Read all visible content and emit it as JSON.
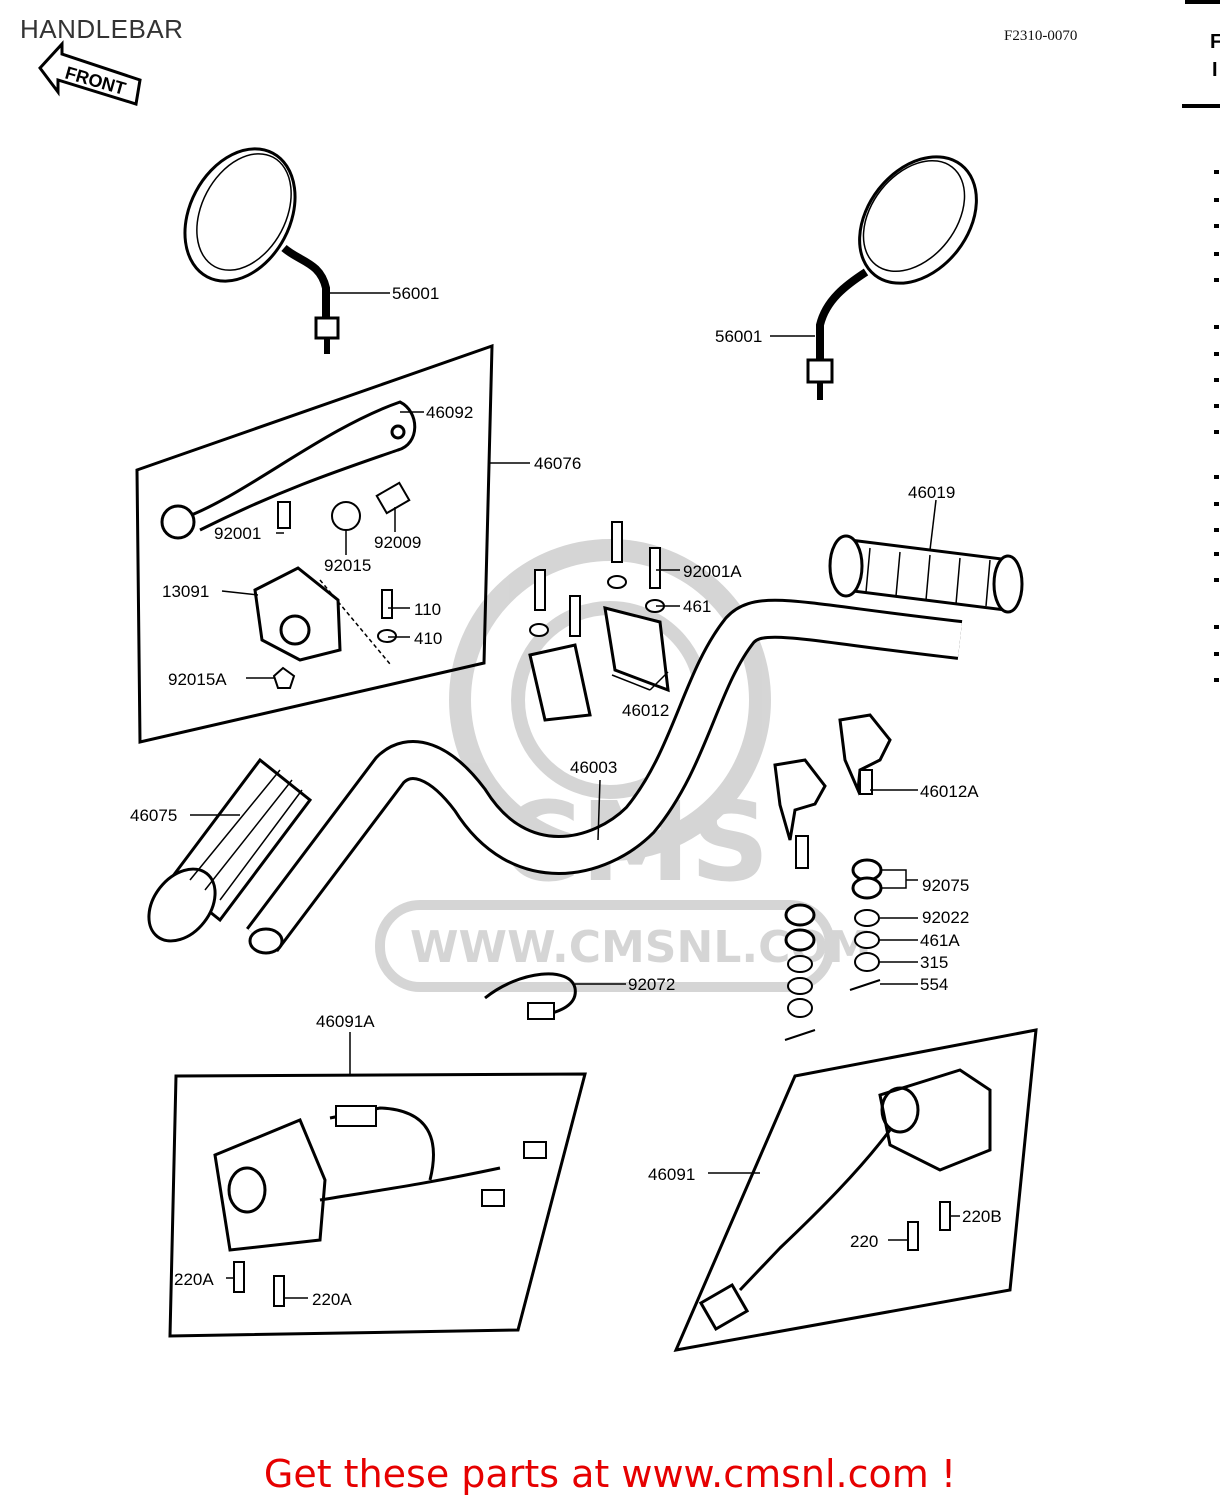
{
  "diagram": {
    "title": "HANDLEBAR",
    "figure_code": "F2310-0070",
    "front_label": "FRONT",
    "watermark": {
      "brand": "CMS",
      "url": "WWW.CMSNL.COM"
    },
    "cta": "Get these parts at www.cmsnl.com !",
    "parts": {
      "mirror_left": "56001",
      "mirror_right": "56001",
      "lever": "46092",
      "lever_assy": "46076",
      "lever_bolt": "92001",
      "lever_spacer": "92015",
      "adjuster": "92009",
      "holder": "13091",
      "bolt_110": "110",
      "washer_410": "410",
      "nut_92015a": "92015A",
      "bolt_92001a": "92001A",
      "washer_461": "461",
      "clamp_46012": "46012",
      "throttle_grip": "46019",
      "handlebar": "46003",
      "grip_left": "46075",
      "holder_46012a": "46012A",
      "damper_92075": "92075",
      "washer_92022": "92022",
      "washer_461a": "461A",
      "nut_315": "315",
      "pin_554": "554",
      "band_92072": "92072",
      "switch_left": "46091A",
      "switch_right": "46091",
      "screw_220a_1": "220A",
      "screw_220a_2": "220A",
      "screw_220": "220",
      "screw_220b": "220B"
    }
  }
}
